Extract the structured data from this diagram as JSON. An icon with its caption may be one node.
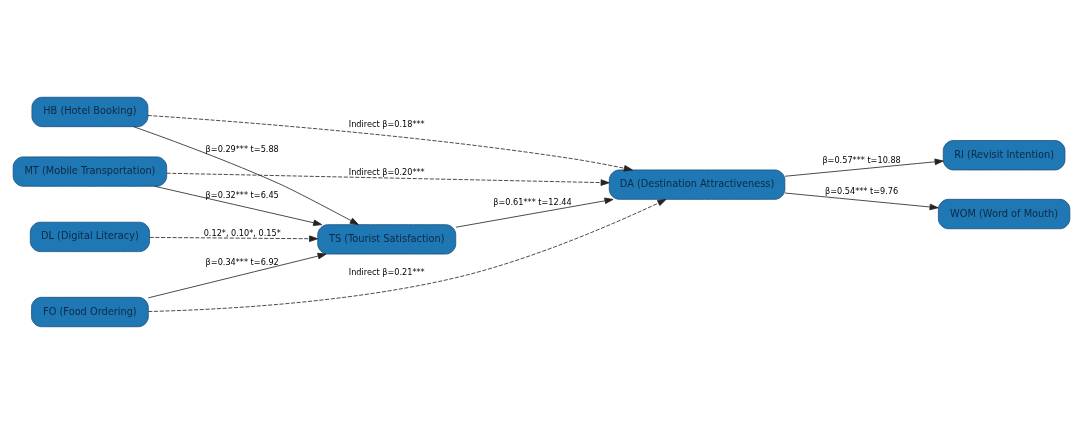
{
  "diagram": {
    "nodes": [
      {
        "text": [
          "DL (Digital Literacy)"
        ]
      },
      {
        "text": [
          "MT (Mobile Transportation)"
        ]
      },
      {
        "text": [
          "RI (Revisit Intention)"
        ]
      },
      {
        "text": [
          "HB (Hotel Booking)"
        ]
      },
      {
        "text": [
          "TS (Tourist Satisfaction)"
        ]
      },
      {
        "text": [
          "DA (Destination Attractiveness)"
        ]
      },
      {
        "text": [
          "FO (Food Ordering)"
        ]
      },
      {
        "text": [
          "WOM (Word of Mouth)"
        ]
      }
    ],
    "edges": [
      {
        "from": 1,
        "to": 4,
        "arrow": "to",
        "label": "β=0.32*** t=6.45"
      },
      {
        "from": 3,
        "to": 4,
        "arrow": "to",
        "label": "β=0.29*** t=5.88"
      },
      {
        "from": 6,
        "to": 4,
        "arrow": "to",
        "label": "β=0.34*** t=6.92"
      },
      {
        "from": 4,
        "to": 5,
        "arrow": "to",
        "label": "β=0.61*** t=12.44"
      },
      {
        "from": 5,
        "to": 2,
        "arrow": "to",
        "label": "β=0.57*** t=10.88"
      },
      {
        "from": 5,
        "to": 7,
        "arrow": "to",
        "label": "β=0.54*** t=9.76"
      },
      {
        "from": 0,
        "to": 4,
        "arrow": "to",
        "style": "dashed",
        "label": "0.12*, 0.10*, 0.15*"
      },
      {
        "from": 1,
        "to": 5,
        "arrow": "to",
        "style": "dashed",
        "label": "Indirect β=0.20***"
      },
      {
        "from": 3,
        "to": 5,
        "arrow": "to",
        "style": "dashed",
        "label": "Indirect β=0.18***"
      },
      {
        "from": 6,
        "to": 5,
        "arrow": "to",
        "style": "dashed",
        "label": "Indirect β=0.21***"
      }
    ]
  }
}
